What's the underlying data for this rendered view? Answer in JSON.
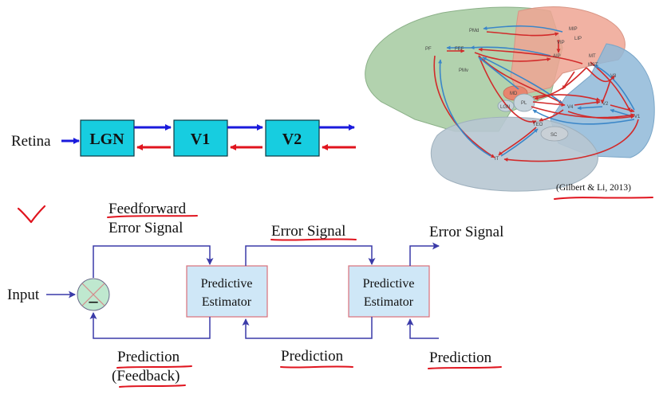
{
  "pipeline": {
    "retina_label": "Retina",
    "stages": [
      "LGN",
      "V1",
      "V2"
    ]
  },
  "brain": {
    "citation": "(Gilbert & Li, 2013)",
    "regions": [
      "PMd",
      "MIP",
      "LIP",
      "VIP",
      "PF",
      "FEF",
      "AIP",
      "MT",
      "MST",
      "PMv",
      "V3",
      "MD",
      "PL",
      "LGN",
      "V4",
      "V2",
      "V1",
      "TEO",
      "SC",
      "IT"
    ]
  },
  "model": {
    "input_label": "Input",
    "comparator_sign": "–",
    "feedforward_label_line1": "Feedforward",
    "feedforward_label_line2": "Error Signal",
    "middle_error_label": "Error Signal",
    "output_error_label": "Error Signal",
    "estimator1_line1": "Predictive",
    "estimator1_line2": "Estimator",
    "estimator2_line1": "Predictive",
    "estimator2_line2": "Estimator",
    "prediction_left_line1": "Prediction",
    "prediction_left_line2": "(Feedback)",
    "prediction_middle": "Prediction",
    "prediction_right": "Prediction"
  },
  "colors": {
    "stage_fill": "#17cde0",
    "forward_arrow": "#1a1adc",
    "backward_arrow": "#e0141e",
    "estimator_fill": "#cfe7f7",
    "estimator_border": "#d9707a",
    "model_line": "#3a3aa8",
    "comparator_fill": "#bfe8cf",
    "annotation_red": "#e0141e"
  }
}
